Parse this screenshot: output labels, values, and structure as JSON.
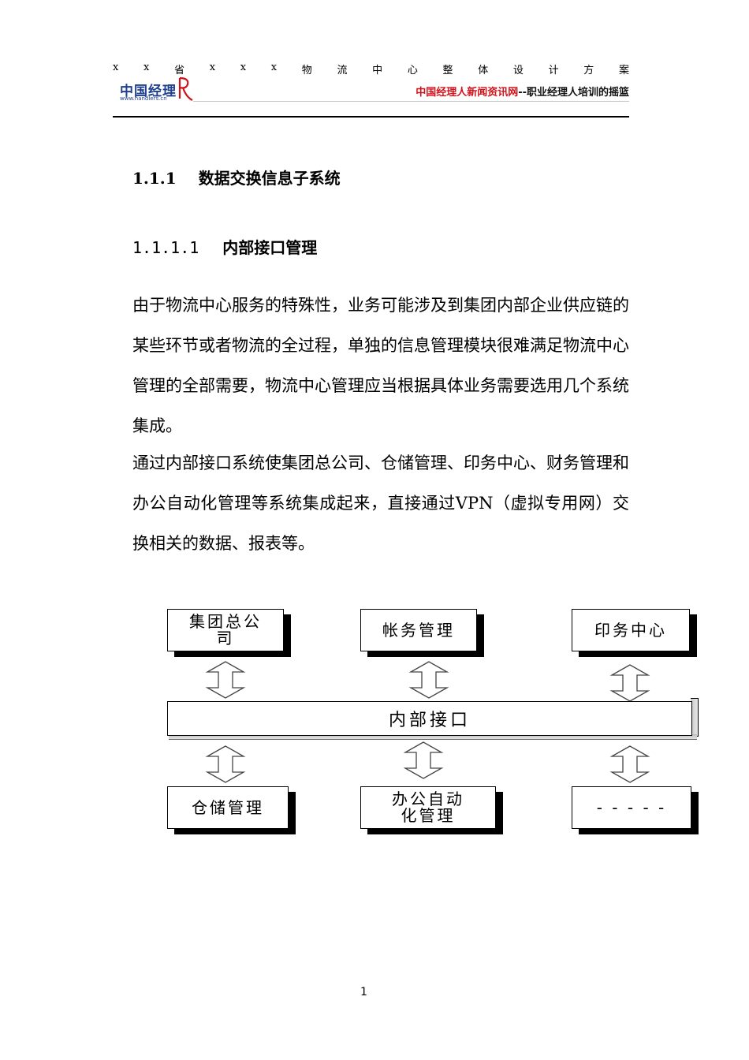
{
  "header": {
    "doc_title_chars": [
      "x",
      "x",
      "省",
      "x",
      "x",
      "x",
      "物",
      "流",
      "中",
      "心",
      "整",
      "体",
      "设",
      "计",
      "方",
      "案"
    ],
    "logo_text": "中国经理",
    "logo_url": "www.handlers.cn",
    "slogan_red": "中国经理人新闻资讯网",
    "slogan_dark": "--职业经理人培训的摇篮"
  },
  "section": {
    "number": "1.1.1",
    "title": "数据交换信息子系统"
  },
  "subsection": {
    "number": "1.1.1.1",
    "title": "内部接口管理"
  },
  "paragraphs": [
    "由于物流中心服务的特殊性，业务可能涉及到集团内部企业供应链的某些环节或者物流的全过程，单独的信息管理模块很难满足物流中心管理的全部需要，物流中心管理应当根据具体业务需要选用几个系统集成。",
    "通过内部接口系统使集团总公司、仓储管理、印务中心、财务管理和办公自动化管理等系统集成起来，直接通过VPN（虚拟专用网）交换相关的数据、报表等。"
  ],
  "diagram": {
    "top_boxes": [
      "集团总公\n司",
      "帐务管理",
      "印务中心"
    ],
    "center_label": "内部接口",
    "bottom_boxes": [
      "仓储管理",
      "办公自动\n化管理",
      "- - - - -"
    ]
  },
  "footer": {
    "page_number": "1"
  }
}
